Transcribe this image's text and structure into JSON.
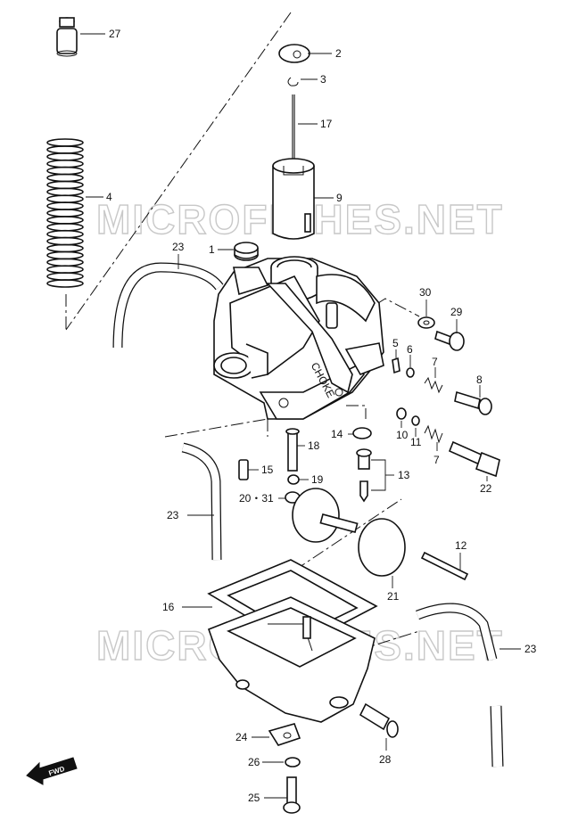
{
  "watermark": "MICROFICHES.NET",
  "fwd_label": "FWD",
  "choke_label": "CHOKE",
  "callouts": {
    "c27": "27",
    "c2": "2",
    "c3": "3",
    "c17": "17",
    "c4": "4",
    "c9": "9",
    "c23a": "23",
    "c1": "1",
    "c30": "30",
    "c29": "29",
    "c5": "5",
    "c6": "6",
    "c7a": "7",
    "c8": "8",
    "c18": "18",
    "c14": "14",
    "c10": "10",
    "c11": "11",
    "c7b": "7",
    "c15": "15",
    "c19": "19",
    "c13": "13",
    "c22": "22",
    "c2031": "20・31",
    "c23b": "23",
    "c12": "12",
    "c21": "21",
    "c16": "16",
    "c23c": "23",
    "c24": "24",
    "c28": "28",
    "c26": "26",
    "c25": "25"
  },
  "icons": {
    "fwd": "fwd-arrow-icon"
  }
}
